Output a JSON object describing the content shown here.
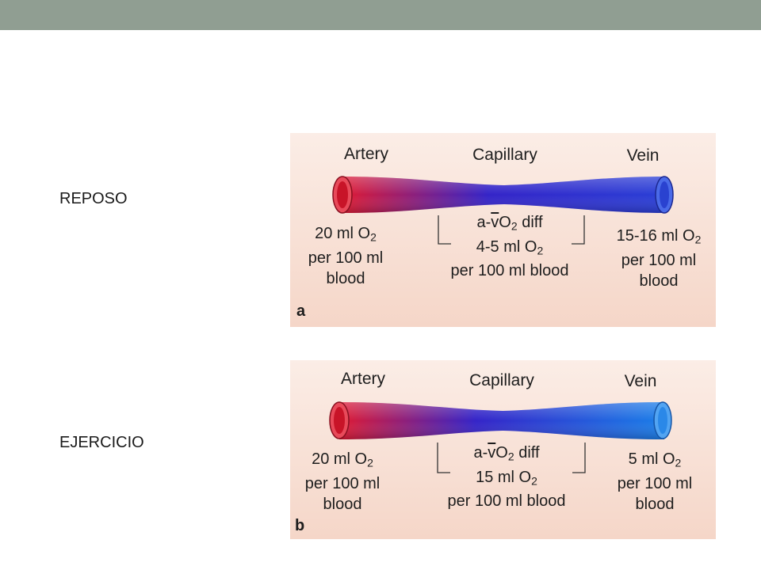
{
  "slide": {
    "top_bar_color": "#909e92"
  },
  "labels": {
    "rest": "REPOSO",
    "exercise": "EJERCICIO"
  },
  "panels": [
    {
      "tag": "a",
      "headers": {
        "artery": "Artery",
        "capillary": "Capillary",
        "vein": "Vein"
      },
      "artery_text": {
        "line1_pre": "20 ml O",
        "line1_sub": "2",
        "line2": "per 100 ml",
        "line3": "blood"
      },
      "diff_text": {
        "line1_a": "a-",
        "line1_v": "v",
        "line1_b": "O",
        "line1_sub": "2",
        "line1_c": " diff",
        "line2_pre": "4-5 ml O",
        "line2_sub": "2",
        "line3": "per 100 ml blood"
      },
      "vein_text": {
        "line1_pre": "15-16 ml O",
        "line1_sub": "2",
        "line2": "per 100 ml",
        "line3": "blood"
      },
      "vein_color": "#2a3fd6"
    },
    {
      "tag": "b",
      "headers": {
        "artery": "Artery",
        "capillary": "Capillary",
        "vein": "Vein"
      },
      "artery_text": {
        "line1_pre": "20 ml O",
        "line1_sub": "2",
        "line2": "per 100 ml",
        "line3": "blood"
      },
      "diff_text": {
        "line1_a": "a-",
        "line1_v": "v",
        "line1_b": "O",
        "line1_sub": "2",
        "line1_c": " diff",
        "line2_pre": "15 ml O",
        "line2_sub": "2",
        "line3": "per 100 ml blood"
      },
      "vein_text": {
        "line1_pre": "5 ml O",
        "line1_sub": "2",
        "line2": "per 100 ml",
        "line3": "blood"
      },
      "vein_color": "#1a7ee8"
    }
  ],
  "colors": {
    "artery": "#e01a32",
    "capillary": "#3424c8",
    "panel_bg": "#f5d6c8"
  }
}
